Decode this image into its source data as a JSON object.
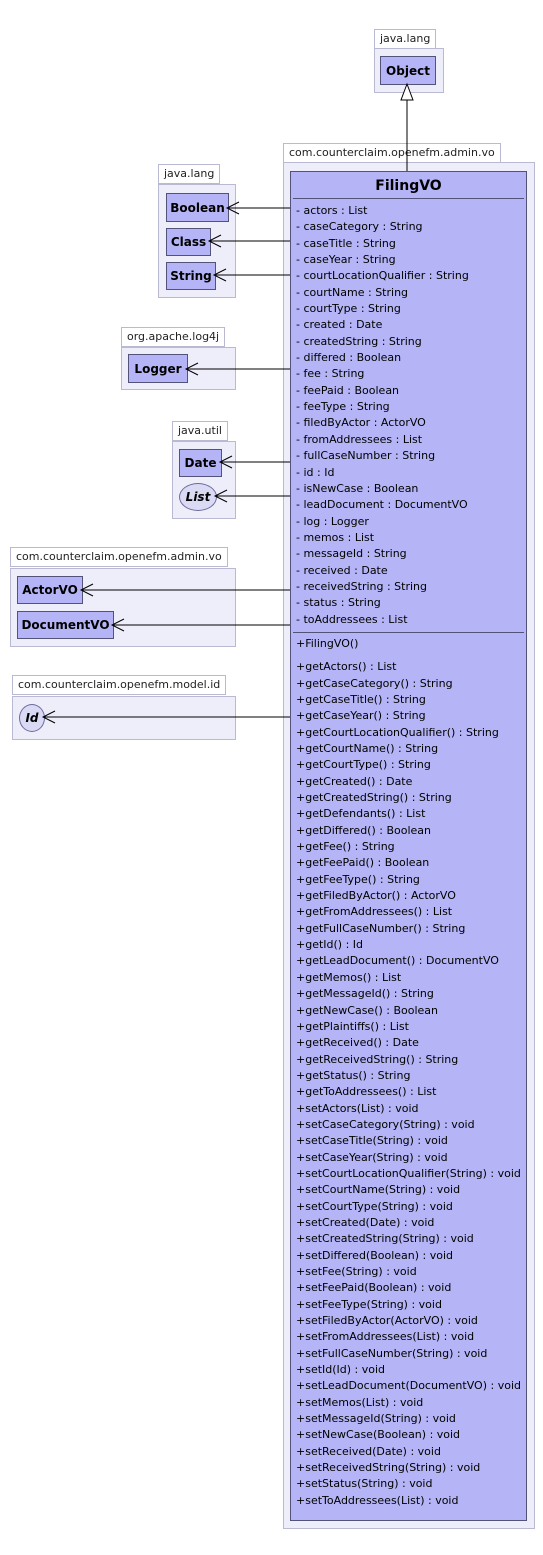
{
  "packages": {
    "java_lang_top": "java.lang",
    "admin_vo_main": "com.counterclaim.openefm.admin.vo",
    "java_lang_left": "java.lang",
    "log4j": "org.apache.log4j",
    "java_util": "java.util",
    "admin_vo_left": "com.counterclaim.openefm.admin.vo",
    "model_id": "com.counterclaim.openefm.model.id"
  },
  "classes": {
    "object": "Object",
    "boolean": "Boolean",
    "class": "Class",
    "string": "String",
    "logger": "Logger",
    "date": "Date",
    "list": "List",
    "actorvo": "ActorVO",
    "documentvo": "DocumentVO",
    "id": "Id"
  },
  "main_class": {
    "name": "FilingVO",
    "attributes": [
      "- actors : List",
      "- caseCategory : String",
      "- caseTitle : String",
      "- caseYear : String",
      "- courtLocationQualifier : String",
      "- courtName : String",
      "- courtType : String",
      "- created : Date",
      "- createdString : String",
      "- differed : Boolean",
      "- fee : String",
      "- feePaid : Boolean",
      "- feeType : String",
      "- filedByActor : ActorVO",
      "- fromAddressees : List",
      "- fullCaseNumber : String",
      "- id : Id",
      "- isNewCase : Boolean",
      "- leadDocument : DocumentVO",
      "- log : Logger",
      "- memos : List",
      "- messageId : String",
      "- received : Date",
      "- receivedString : String",
      "- status : String",
      "- toAddressees : List"
    ],
    "constructor": "+FilingVO()",
    "operations": [
      "+getActors() : List",
      "+getCaseCategory() : String",
      "+getCaseTitle() : String",
      "+getCaseYear() : String",
      "+getCourtLocationQualifier() : String",
      "+getCourtName() : String",
      "+getCourtType() : String",
      "+getCreated() : Date",
      "+getCreatedString() : String",
      "+getDefendants() : List",
      "+getDiffered() : Boolean",
      "+getFee() : String",
      "+getFeePaid() : Boolean",
      "+getFeeType() : String",
      "+getFiledByActor() : ActorVO",
      "+getFromAddressees() : List",
      "+getFullCaseNumber() : String",
      "+getId() : Id",
      "+getLeadDocument() : DocumentVO",
      "+getMemos() : List",
      "+getMessageId() : String",
      "+getNewCase() : Boolean",
      "+getPlaintiffs() : List",
      "+getReceived() : Date",
      "+getReceivedString() : String",
      "+getStatus() : String",
      "+getToAddressees() : List",
      "+setActors(List) : void",
      "+setCaseCategory(String) : void",
      "+setCaseTitle(String) : void",
      "+setCaseYear(String) : void",
      "+setCourtLocationQualifier(String) : void",
      "+setCourtName(String) : void",
      "+setCourtType(String) : void",
      "+setCreated(Date) : void",
      "+setCreatedString(String) : void",
      "+setDiffered(Boolean) : void",
      "+setFee(String) : void",
      "+setFeePaid(Boolean) : void",
      "+setFeeType(String) : void",
      "+setFiledByActor(ActorVO) : void",
      "+setFromAddressees(List) : void",
      "+setFullCaseNumber(String) : void",
      "+setId(Id) : void",
      "+setLeadDocument(DocumentVO) : void",
      "+setMemos(List) : void",
      "+setMessageId(String) : void",
      "+setNewCase(Boolean) : void",
      "+setReceived(Date) : void",
      "+setReceivedString(String) : void",
      "+setStatus(String) : void",
      "+setToAddressees(List) : void"
    ]
  },
  "colors": {
    "class_fill": "#b4b4f6",
    "package_fill": "#eeeefa",
    "border": "#53537a"
  }
}
